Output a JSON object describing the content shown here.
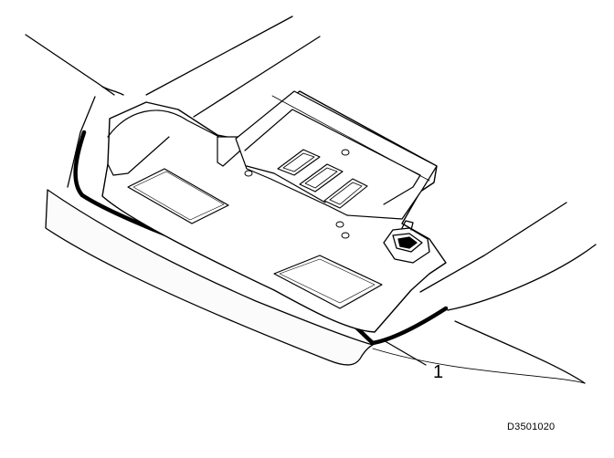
{
  "diagram": {
    "callouts": [
      {
        "label": "1",
        "target": "trim-seal"
      }
    ],
    "drawing_code": "D3501020",
    "colors": {
      "line": "#000000",
      "fill": "#ffffff",
      "tint": "#f7f7f7"
    }
  }
}
